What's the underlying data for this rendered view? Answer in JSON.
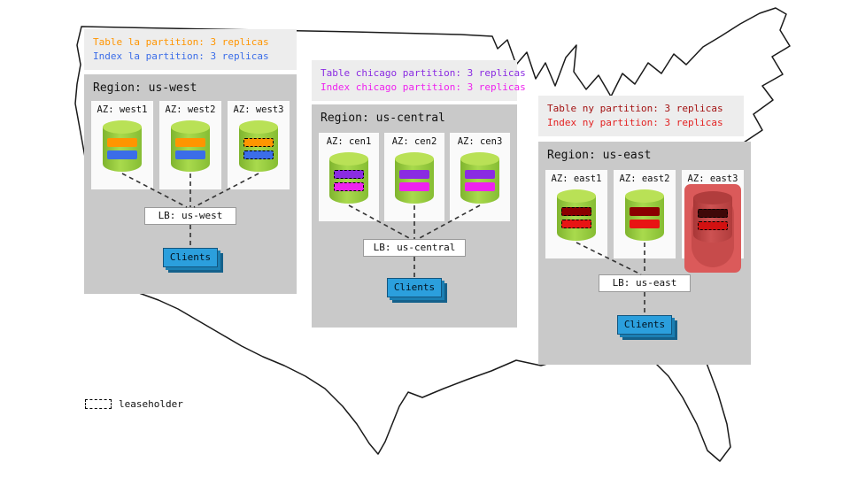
{
  "legend": {
    "label": "leaseholder"
  },
  "regions": {
    "west": {
      "title": "Region: us-west",
      "annotation": {
        "table_text": "Table la partition: 3 replicas",
        "index_text": "Index la partition: 3 replicas",
        "table_color": "#ff9500",
        "index_color": "#3b6de8"
      },
      "azs": [
        {
          "label": "AZ: west1"
        },
        {
          "label": "AZ: west2"
        },
        {
          "label": "AZ: west3"
        }
      ],
      "lb_label": "LB: us-west",
      "clients_label": "Clients",
      "table_replica_color": "#ff9500",
      "index_replica_color": "#3b6de8"
    },
    "central": {
      "title": "Region: us-central",
      "annotation": {
        "table_text": "Table chicago partition: 3 replicas",
        "index_text": "Index chicago partition: 3 replicas",
        "table_color": "#8a2be2",
        "index_color": "#ee22ee"
      },
      "azs": [
        {
          "label": "AZ: cen1"
        },
        {
          "label": "AZ: cen2"
        },
        {
          "label": "AZ: cen3"
        }
      ],
      "lb_label": "LB: us-central",
      "clients_label": "Clients",
      "table_replica_color": "#8a2be2",
      "index_replica_color": "#ee22ee"
    },
    "east": {
      "title": "Region: us-east",
      "annotation": {
        "table_text": "Table ny partition: 3 replicas",
        "index_text": "Index ny partition: 3 replicas",
        "table_color": "#a31212",
        "index_color": "#e32222"
      },
      "azs": [
        {
          "label": "AZ: east1"
        },
        {
          "label": "AZ: east2"
        },
        {
          "label": "AZ: east3"
        }
      ],
      "lb_label": "LB: us-east",
      "clients_label": "Clients",
      "table_replica_color": "#8b0000",
      "index_replica_color": "#e81414",
      "down_az": {
        "overlay_color": "#db5a5a",
        "pill_color": "#c74b4b",
        "table_replica_color": "#3f0808",
        "index_replica_color": "#d21111"
      }
    }
  }
}
